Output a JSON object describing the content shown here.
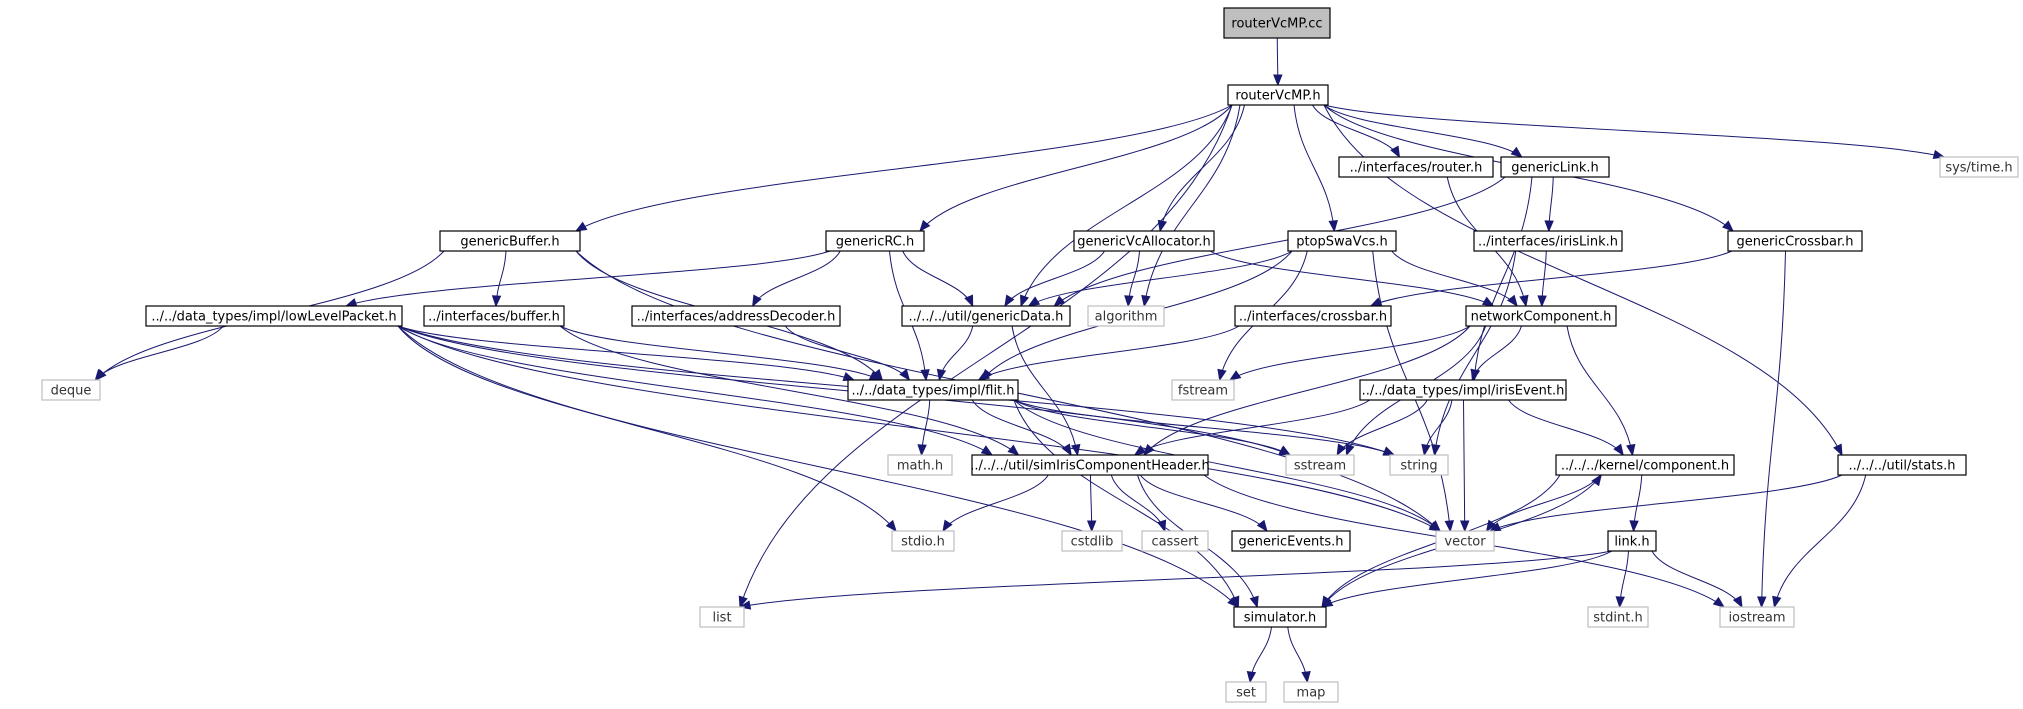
{
  "nodes": {
    "routervcmp_cc": "routerVcMP.cc",
    "routervcmp_h": "routerVcMP.h",
    "interfaces_router": "../interfaces/router.h",
    "genericlink": "genericLink.h",
    "systime": "sys/time.h",
    "genericbuffer": "genericBuffer.h",
    "genericrc": "genericRC.h",
    "genericvcallocator": "genericVcAllocator.h",
    "ptopswavcs": "ptopSwaVcs.h",
    "interfaces_irislink": "../interfaces/irisLink.h",
    "genericcrossbar": "genericCrossbar.h",
    "lowlevelpacket": "../../data_types/impl/lowLevelPacket.h",
    "interfaces_buffer": "../interfaces/buffer.h",
    "interfaces_addressdecoder": "../interfaces/addressDecoder.h",
    "util_genericdata": "../../../util/genericData.h",
    "algorithm": "algorithm",
    "interfaces_crossbar": "../interfaces/crossbar.h",
    "networkcomponent": "networkComponent.h",
    "deque": "deque",
    "flit": "../../data_types/impl/flit.h",
    "fstream": "fstream",
    "irisevent": "../../data_types/impl/irisEvent.h",
    "math": "math.h",
    "simiriscomponentheader": "../../../util/simIrisComponentHeader.h",
    "sstream": "sstream",
    "string": "string",
    "kernel_component": "../../../kernel/component.h",
    "util_stats": "../../../util/stats.h",
    "stdio": "stdio.h",
    "cstdlib": "cstdlib",
    "cassert": "cassert",
    "genericevents": "genericEvents.h",
    "vector": "vector",
    "link": "link.h",
    "list": "list",
    "simulator": "simulator.h",
    "stdint": "stdint.h",
    "iostream": "iostream",
    "set": "set",
    "map": "map"
  },
  "colors": {
    "edge": "#191970",
    "main_fill": "#bfbfbf",
    "local_border": "#000000",
    "system_border": "#bfbfbf"
  },
  "edges": [
    [
      "routervcmp_cc",
      "routervcmp_h"
    ],
    [
      "routervcmp_h",
      "interfaces_router"
    ],
    [
      "routervcmp_h",
      "genericlink"
    ],
    [
      "routervcmp_h",
      "systime"
    ],
    [
      "routervcmp_h",
      "genericbuffer"
    ],
    [
      "routervcmp_h",
      "genericrc"
    ],
    [
      "routervcmp_h",
      "genericvcallocator"
    ],
    [
      "routervcmp_h",
      "ptopswavcs"
    ],
    [
      "routervcmp_h",
      "genericcrossbar"
    ],
    [
      "routervcmp_h",
      "util_genericdata"
    ],
    [
      "routervcmp_h",
      "algorithm"
    ],
    [
      "routervcmp_h",
      "util_stats"
    ],
    [
      "routervcmp_h",
      "list"
    ],
    [
      "interfaces_router",
      "networkcomponent"
    ],
    [
      "genericlink",
      "interfaces_irislink"
    ],
    [
      "genericlink",
      "util_genericdata"
    ],
    [
      "genericlink",
      "irisevent"
    ],
    [
      "interfaces_irislink",
      "networkcomponent"
    ],
    [
      "interfaces_irislink",
      "string"
    ],
    [
      "genericbuffer",
      "interfaces_buffer"
    ],
    [
      "genericbuffer",
      "deque"
    ],
    [
      "genericbuffer",
      "flit"
    ],
    [
      "genericbuffer",
      "vector"
    ],
    [
      "genericrc",
      "interfaces_addressdecoder"
    ],
    [
      "genericrc",
      "util_genericdata"
    ],
    [
      "genericrc",
      "flit"
    ],
    [
      "genericrc",
      "lowlevelpacket"
    ],
    [
      "genericvcallocator",
      "util_genericdata"
    ],
    [
      "genericvcallocator",
      "algorithm"
    ],
    [
      "genericvcallocator",
      "networkcomponent"
    ],
    [
      "ptopswavcs",
      "util_genericdata"
    ],
    [
      "ptopswavcs",
      "flit"
    ],
    [
      "ptopswavcs",
      "networkcomponent"
    ],
    [
      "ptopswavcs",
      "fstream"
    ],
    [
      "ptopswavcs",
      "vector"
    ],
    [
      "genericcrossbar",
      "interfaces_crossbar"
    ],
    [
      "genericcrossbar",
      "iostream"
    ],
    [
      "lowlevelpacket",
      "deque"
    ],
    [
      "lowlevelpacket",
      "flit"
    ],
    [
      "lowlevelpacket",
      "simiriscomponentheader"
    ],
    [
      "lowlevelpacket",
      "sstream"
    ],
    [
      "lowlevelpacket",
      "string"
    ],
    [
      "lowlevelpacket",
      "vector"
    ],
    [
      "lowlevelpacket",
      "stdio"
    ],
    [
      "lowlevelpacket",
      "simulator"
    ],
    [
      "interfaces_buffer",
      "flit"
    ],
    [
      "interfaces_buffer",
      "simiriscomponentheader"
    ],
    [
      "interfaces_addressdecoder",
      "flit"
    ],
    [
      "interfaces_crossbar",
      "flit"
    ],
    [
      "util_genericdata",
      "flit"
    ],
    [
      "util_genericdata",
      "simiriscomponentheader"
    ],
    [
      "networkcomponent",
      "irisevent"
    ],
    [
      "networkcomponent",
      "kernel_component"
    ],
    [
      "networkcomponent",
      "fstream"
    ],
    [
      "networkcomponent",
      "sstream"
    ],
    [
      "networkcomponent",
      "simiriscomponentheader"
    ],
    [
      "flit",
      "math"
    ],
    [
      "flit",
      "simiriscomponentheader"
    ],
    [
      "flit",
      "sstream"
    ],
    [
      "flit",
      "string"
    ],
    [
      "flit",
      "vector"
    ],
    [
      "flit",
      "simulator"
    ],
    [
      "irisevent",
      "simiriscomponentheader"
    ],
    [
      "irisevent",
      "sstream"
    ],
    [
      "irisevent",
      "string"
    ],
    [
      "irisevent",
      "vector"
    ],
    [
      "irisevent",
      "kernel_component"
    ],
    [
      "simiriscomponentheader",
      "stdio"
    ],
    [
      "simiriscomponentheader",
      "cstdlib"
    ],
    [
      "simiriscomponentheader",
      "cassert"
    ],
    [
      "simiriscomponentheader",
      "genericevents"
    ],
    [
      "simiriscomponentheader",
      "simulator"
    ],
    [
      "simiriscomponentheader",
      "iostream"
    ],
    [
      "kernel_component",
      "link"
    ],
    [
      "kernel_component",
      "vector"
    ],
    [
      "kernel_component",
      "simulator"
    ],
    [
      "util_stats",
      "vector"
    ],
    [
      "util_stats",
      "iostream"
    ],
    [
      "link",
      "simulator"
    ],
    [
      "link",
      "list"
    ],
    [
      "link",
      "stdint"
    ],
    [
      "link",
      "iostream"
    ],
    [
      "simulator",
      "kernel_component"
    ],
    [
      "simulator",
      "set"
    ],
    [
      "simulator",
      "map"
    ]
  ]
}
